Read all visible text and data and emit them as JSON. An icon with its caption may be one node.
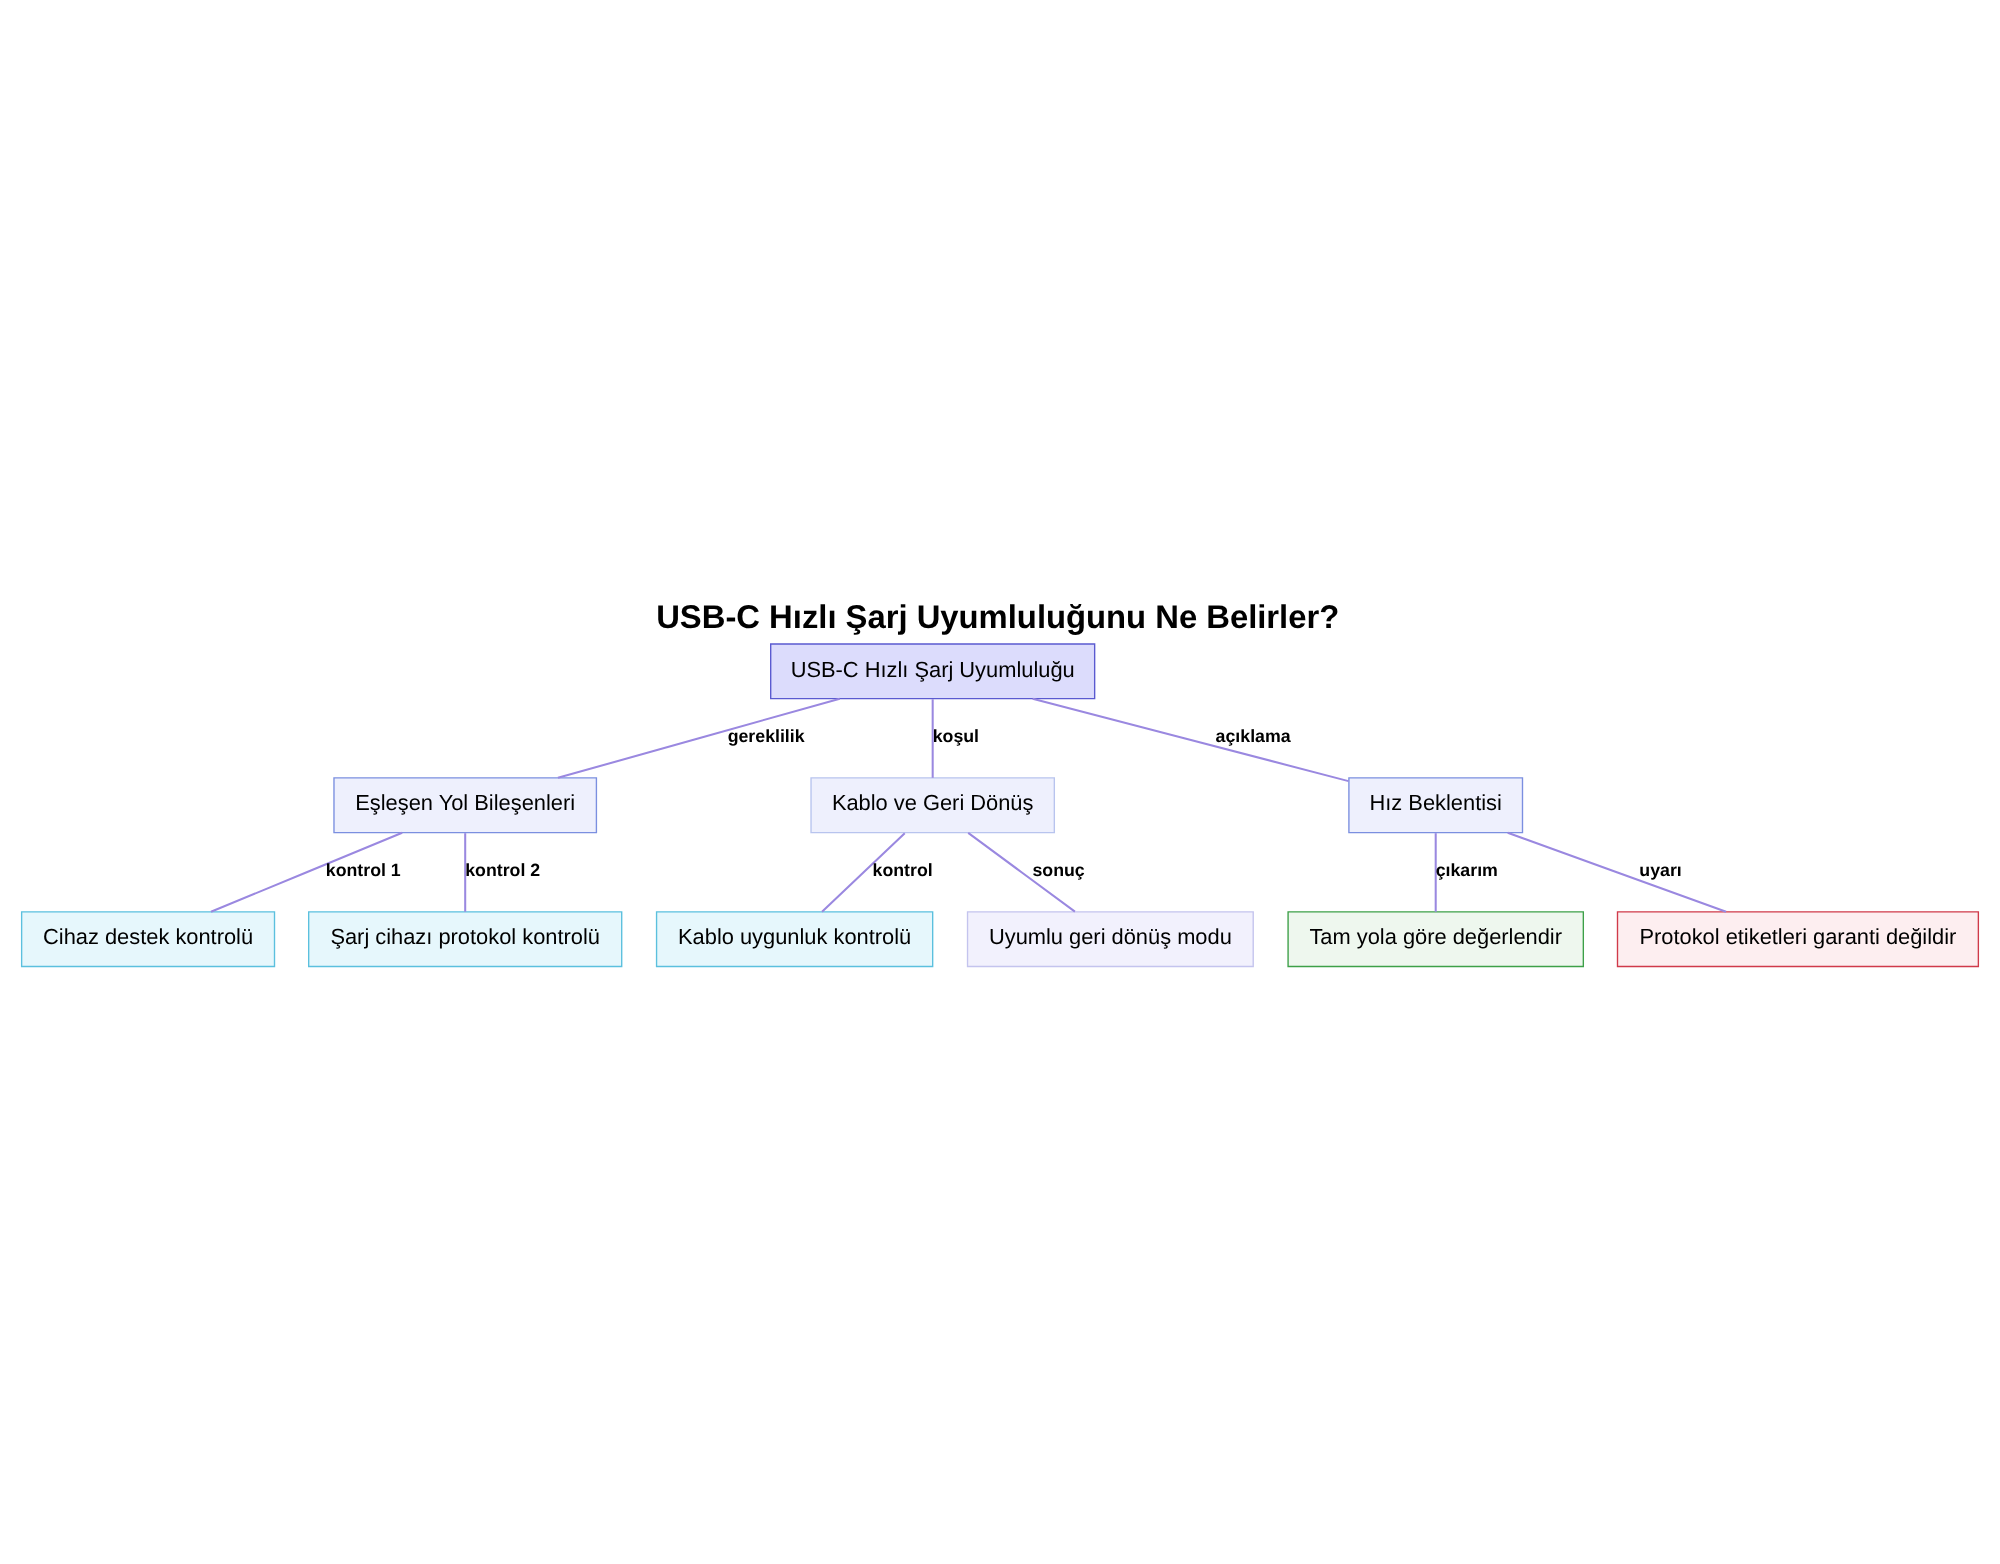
{
  "diagram": {
    "title": "USB-C Hızlı Şarj Uyumluluğunu Ne Belirler?",
    "nodes": [
      {
        "text": [
          "USB-C Hızlı Şarj Uyumluluğu"
        ]
      },
      {
        "text": [
          "Eşleşen Yol Bileşenleri"
        ]
      },
      {
        "text": [
          "Kablo ve Geri Dönüş"
        ]
      },
      {
        "text": [
          "Hız Beklentisi"
        ]
      },
      {
        "text": [
          "Cihaz destek kontrolü"
        ]
      },
      {
        "text": [
          "Şarj cihazı protokol kontrolü"
        ]
      },
      {
        "text": [
          "Kablo uygunluk kontrolü"
        ]
      },
      {
        "text": [
          "Uyumlu geri dönüş modu"
        ]
      },
      {
        "text": [
          "Tam yola göre değerlendir"
        ]
      },
      {
        "text": [
          "Protokol etiketleri garanti değildir"
        ]
      }
    ],
    "edges": [
      {
        "from": 0,
        "to": 1,
        "arrow": "none",
        "label": "gereklilik"
      },
      {
        "from": 0,
        "to": 2,
        "arrow": "none",
        "label": "koşul"
      },
      {
        "from": 0,
        "to": 3,
        "arrow": "none",
        "label": "açıklama"
      },
      {
        "from": 1,
        "to": 4,
        "arrow": "none",
        "label": "kontrol 1"
      },
      {
        "from": 1,
        "to": 5,
        "arrow": "none",
        "label": "kontrol 2"
      },
      {
        "from": 2,
        "to": 6,
        "arrow": "none",
        "label": "kontrol"
      },
      {
        "from": 2,
        "to": 7,
        "arrow": "none",
        "label": "sonuç"
      },
      {
        "from": 3,
        "to": 8,
        "arrow": "none",
        "label": "çıkarım"
      },
      {
        "from": 3,
        "to": 9,
        "arrow": "none",
        "label": "uyarı"
      }
    ]
  }
}
